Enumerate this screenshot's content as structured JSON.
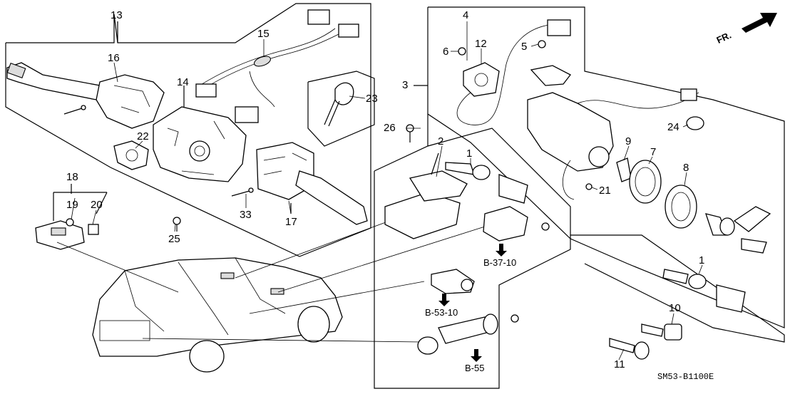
{
  "diagram_code": "SM53-B1100E",
  "orientation_marker": "FR.",
  "callouts": [
    "1",
    "1",
    "2",
    "3",
    "4",
    "5",
    "6",
    "7",
    "8",
    "9",
    "10",
    "11",
    "12",
    "13",
    "14",
    "15",
    "16",
    "17",
    "18",
    "19",
    "20",
    "21",
    "22",
    "23",
    "24",
    "25",
    "26",
    "33"
  ],
  "references": [
    "B-37-10",
    "B-53-10",
    "B-55"
  ]
}
